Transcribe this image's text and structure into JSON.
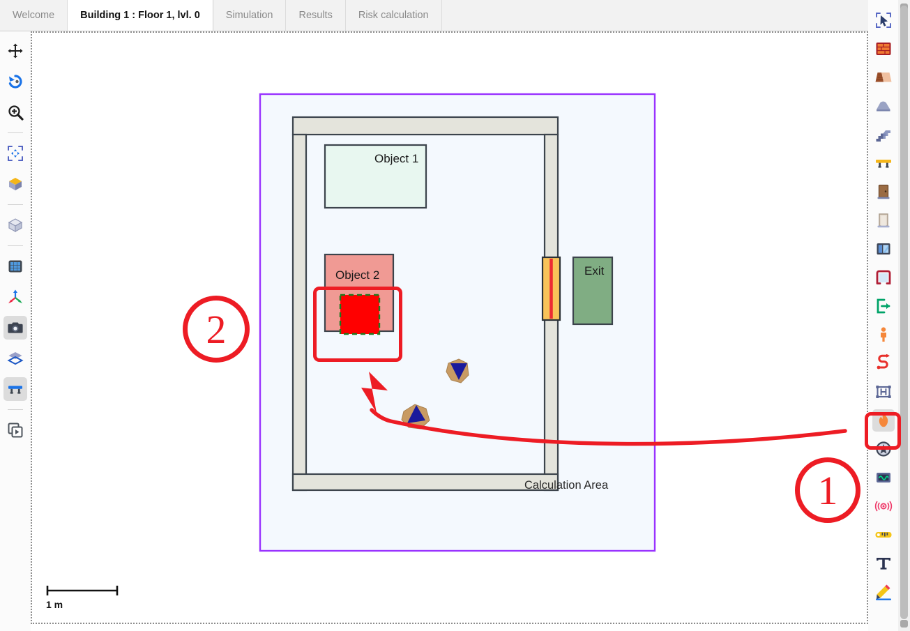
{
  "window": {
    "title": "Building 1 : Floor 1, lvl. 0"
  },
  "tabs": [
    {
      "label": "Welcome",
      "active": false
    },
    {
      "label": "Building 1 : Floor 1, lvl. 0",
      "active": true
    },
    {
      "label": "Simulation",
      "active": false
    },
    {
      "label": "Results",
      "active": false
    },
    {
      "label": "Risk calculation",
      "active": false
    }
  ],
  "left_toolbar": {
    "items": [
      {
        "name": "pan-move-icon",
        "label": "Pan / Move",
        "selected": false
      },
      {
        "name": "rotate-icon",
        "label": "Rotate view",
        "selected": false
      },
      {
        "name": "zoom-in-icon",
        "label": "Zoom",
        "selected": false
      },
      {
        "name": "separator-1",
        "label": "",
        "selected": false
      },
      {
        "name": "fit-to-screen-icon",
        "label": "Fit to screen",
        "selected": false
      },
      {
        "name": "cube-solid-icon",
        "label": "Solid view",
        "selected": false
      },
      {
        "name": "separator-2",
        "label": "",
        "selected": false
      },
      {
        "name": "cube-wireframe-icon",
        "label": "Wireframe view",
        "selected": false
      },
      {
        "name": "separator-3",
        "label": "",
        "selected": false
      },
      {
        "name": "grid-icon",
        "label": "Grid",
        "selected": false
      },
      {
        "name": "axis-icon",
        "label": "Axes",
        "selected": false
      },
      {
        "name": "camera-icon",
        "label": "Camera",
        "selected": true
      },
      {
        "name": "layers-icon",
        "label": "Layers",
        "selected": false
      },
      {
        "name": "table-icon",
        "label": "Ceiling / table",
        "selected": true
      },
      {
        "name": "separator-4",
        "label": "",
        "selected": false
      },
      {
        "name": "play-media-icon",
        "label": "Playback",
        "selected": false
      }
    ]
  },
  "right_toolbar": {
    "items": [
      {
        "name": "select-cursor-icon",
        "label": "Select",
        "selected": false
      },
      {
        "name": "brick-wall-icon",
        "label": "Wall",
        "selected": false
      },
      {
        "name": "roof-icon",
        "label": "Roof",
        "selected": false
      },
      {
        "name": "slab-icon",
        "label": "Slab",
        "selected": false
      },
      {
        "name": "stairs-icon",
        "label": "Stairs",
        "selected": false
      },
      {
        "name": "ceiling-beam-icon",
        "label": "Beam",
        "selected": false
      },
      {
        "name": "door-icon",
        "label": "Door",
        "selected": false
      },
      {
        "name": "doorway-icon",
        "label": "Doorway",
        "selected": false
      },
      {
        "name": "window-icon",
        "label": "Window",
        "selected": false
      },
      {
        "name": "opening-icon",
        "label": "Opening",
        "selected": false
      },
      {
        "name": "exit-icon",
        "label": "Exit",
        "selected": false
      },
      {
        "name": "person-icon",
        "label": "Occupant",
        "selected": false
      },
      {
        "name": "path-route-icon",
        "label": "Path",
        "selected": false
      },
      {
        "name": "object-icon",
        "label": "Object",
        "selected": false
      },
      {
        "name": "fire-icon",
        "label": "Fire source",
        "selected": true
      },
      {
        "name": "sprinkler-icon",
        "label": "Sprinkler",
        "selected": false
      },
      {
        "name": "monitor-sensor-icon",
        "label": "Sensor",
        "selected": false
      },
      {
        "name": "detector-icon",
        "label": "Detector",
        "selected": false
      },
      {
        "name": "measure-tape-icon",
        "label": "Measure",
        "selected": false
      },
      {
        "name": "text-tool-icon",
        "label": "Text",
        "selected": false
      },
      {
        "name": "pencil-icon",
        "label": "Draw",
        "selected": false
      }
    ]
  },
  "canvas": {
    "calculation_area_label": "Calculation Area",
    "objects": [
      {
        "name": "object-1",
        "label": "Object 1"
      },
      {
        "name": "object-2",
        "label": "Object 2"
      },
      {
        "name": "exit-zone",
        "label": "Exit"
      }
    ],
    "fire_source": {
      "name": "fire-source-shape",
      "label": ""
    },
    "occupants": [
      {
        "name": "occupant-1"
      },
      {
        "name": "occupant-2"
      }
    ],
    "scale_bar": {
      "label": "1 m"
    },
    "colors": {
      "calculation_area_border": "#9933ff",
      "calculation_area_fill": "#f4f9fe",
      "wall_fill": "#e4e4dc",
      "wall_stroke": "#3c444c",
      "object1_fill": "#e8f7f0",
      "object2_fill": "#f09a94",
      "fire_fill": "#ff0000",
      "exit_fill": "#80ad83",
      "door_fill": "#f9c359",
      "door_stripe": "#ed2b33",
      "occupant_body": "#c89b63",
      "occupant_head": "#1a1a9c"
    }
  },
  "annotations": [
    {
      "name": "annotation-circle-1",
      "label": "1"
    },
    {
      "name": "annotation-circle-2",
      "label": "2"
    },
    {
      "name": "annotation-arrow",
      "label": ""
    },
    {
      "name": "annotation-highlight-fire-tool",
      "label": ""
    },
    {
      "name": "annotation-highlight-fire-object",
      "label": ""
    }
  ]
}
